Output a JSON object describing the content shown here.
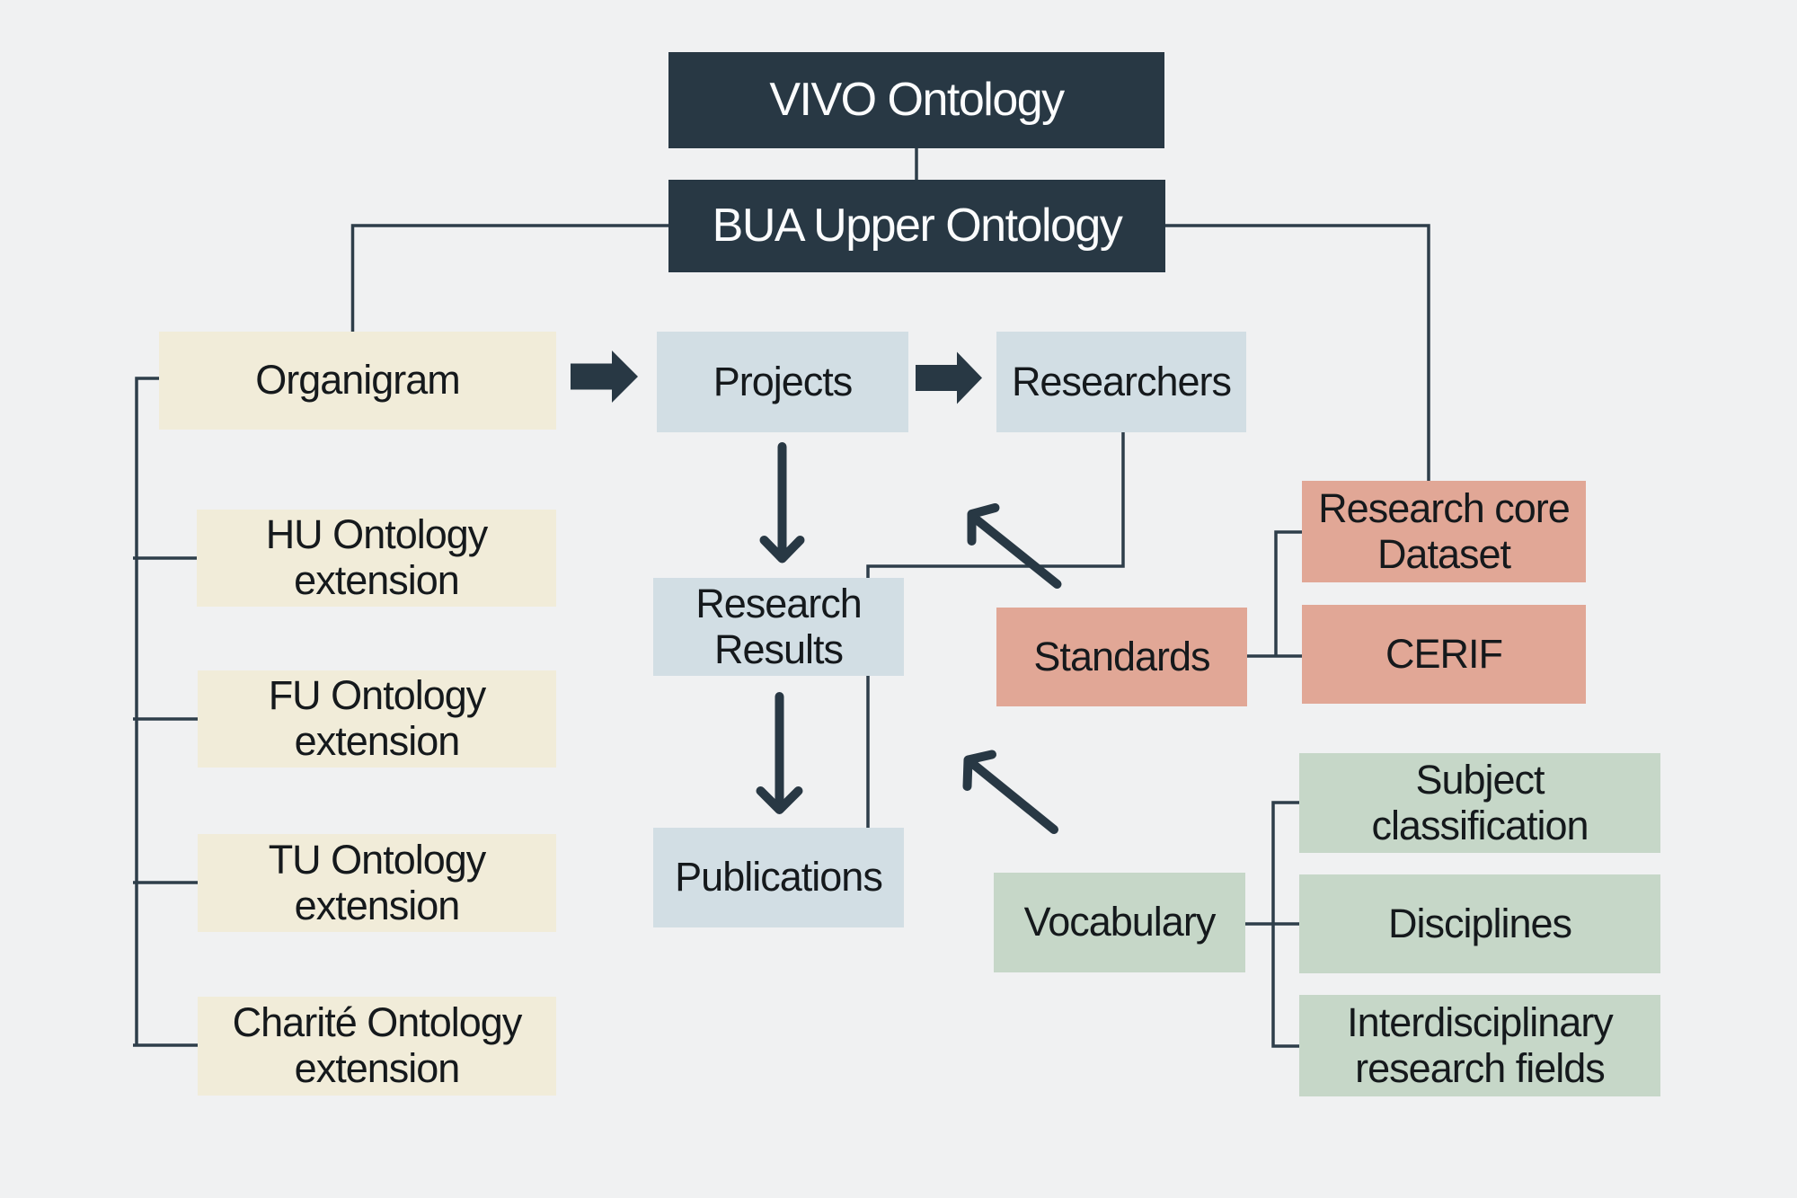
{
  "colors": {
    "background": "#f0f1f2",
    "dark": "#283844",
    "dark_text": "#fbfcfd",
    "cream": "#f1ecd9",
    "blue": "#d2dee4",
    "salmon": "#e1a796",
    "green": "#c6d7c8",
    "line": "#2e3e4a",
    "text": "#15191c"
  },
  "nodes": {
    "vivo": "VIVO Ontology",
    "bua": "BUA Upper Ontology",
    "organigram": "Organigram",
    "hu": "HU Ontology\nextension",
    "fu": "FU Ontology\nextension",
    "tu": "TU Ontology\nextension",
    "charite": "Charité Ontology\nextension",
    "projects": "Projects",
    "researchers": "Researchers",
    "research_results": "Research\nResults",
    "publications": "Publications",
    "standards": "Standards",
    "research_core_dataset": "Research core\nDataset",
    "cerif": "CERIF",
    "vocabulary": "Vocabulary",
    "subject_classification": "Subject\nclassification",
    "disciplines": "Disciplines",
    "interdisciplinary": "Interdisciplinary\nresearch fields"
  }
}
